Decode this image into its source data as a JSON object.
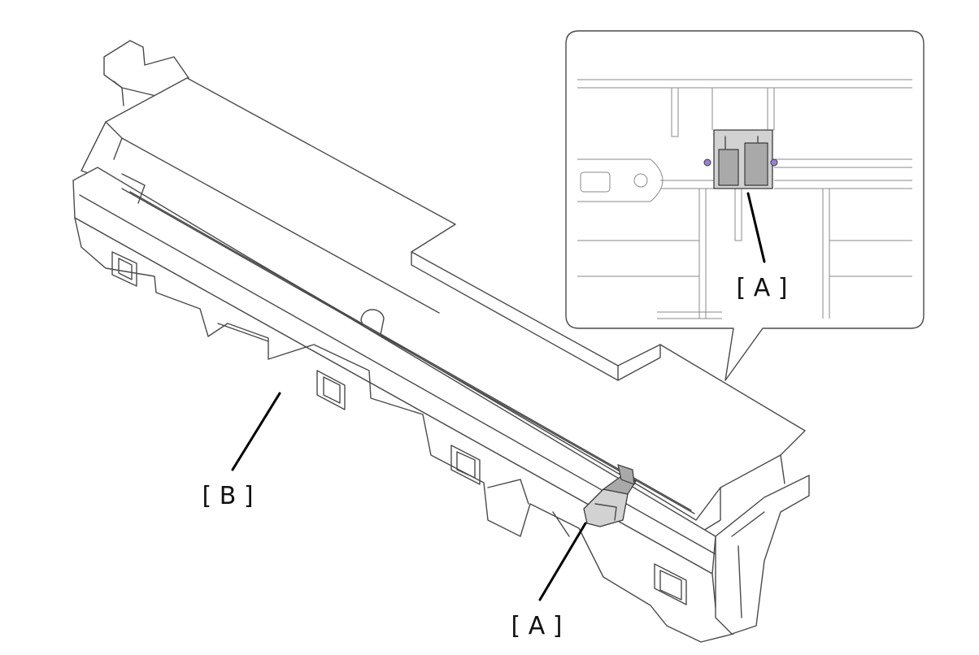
{
  "callouts": {
    "a_inset": "[ A ]",
    "a_main": "[ A ]",
    "b_main": "[ B ]"
  },
  "colors": {
    "line": "#4a4a4a",
    "latch_fill": "#d2d2d2",
    "pin": "#9b7fd4"
  }
}
